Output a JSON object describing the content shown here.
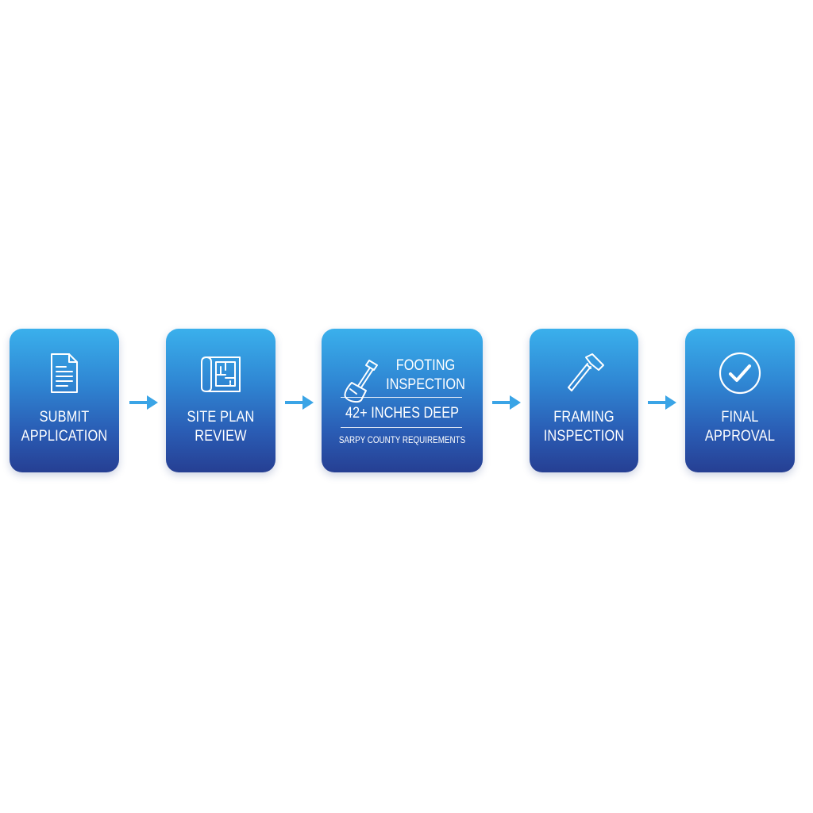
{
  "colors": {
    "card_top": "#3ab0ec",
    "card_bottom": "#263f93",
    "arrow": "#3aa4e6",
    "text": "#ffffff",
    "background": "#ffffff"
  },
  "steps": [
    {
      "line1": "SUBMIT",
      "line2": "APPLICATION",
      "icon": "document-icon"
    },
    {
      "line1": "SITE PLAN",
      "line2": "REVIEW",
      "icon": "blueprint-icon"
    },
    {
      "line1": "FOOTING",
      "line2": "INSPECTION",
      "detail": "42+ INCHES DEEP",
      "note": "SARPY COUNTY REQUIREMENTS",
      "icon": "shovel-icon"
    },
    {
      "line1": "FRAMING",
      "line2": "INSPECTION",
      "icon": "hammer-icon"
    },
    {
      "line1": "FINAL",
      "line2": "APPROVAL",
      "icon": "checkmark-circle-icon"
    }
  ],
  "arrows": [
    "arrow-right-icon",
    "arrow-right-icon",
    "arrow-right-icon",
    "arrow-right-icon"
  ]
}
